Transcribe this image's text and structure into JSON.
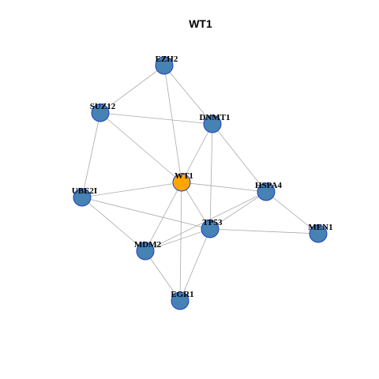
{
  "title": "WT1",
  "style": {
    "node_fill": "#4682b4",
    "node_stroke": "#1f3fbf",
    "center_fill": "#ffa500",
    "edge_color": "#aaaaaa"
  },
  "nodes": [
    {
      "id": "EZH2",
      "label": "EZH2",
      "center": false
    },
    {
      "id": "SUZ12",
      "label": "SUZ12",
      "center": false
    },
    {
      "id": "DNMT1",
      "label": "DNMT1",
      "center": false
    },
    {
      "id": "WT1",
      "label": "WT1",
      "center": true
    },
    {
      "id": "UBE2I",
      "label": "UBE2I",
      "center": false
    },
    {
      "id": "HSPA4",
      "label": "HSPA4",
      "center": false
    },
    {
      "id": "TP53",
      "label": "TP53",
      "center": false
    },
    {
      "id": "MEN1",
      "label": "MEN1",
      "center": false
    },
    {
      "id": "MDM2",
      "label": "MDM2",
      "center": false
    },
    {
      "id": "EGR1",
      "label": "EGR1",
      "center": false
    }
  ],
  "edges": [
    [
      "EZH2",
      "SUZ12"
    ],
    [
      "EZH2",
      "DNMT1"
    ],
    [
      "EZH2",
      "WT1"
    ],
    [
      "SUZ12",
      "DNMT1"
    ],
    [
      "SUZ12",
      "WT1"
    ],
    [
      "SUZ12",
      "UBE2I"
    ],
    [
      "DNMT1",
      "WT1"
    ],
    [
      "DNMT1",
      "HSPA4"
    ],
    [
      "DNMT1",
      "TP53"
    ],
    [
      "WT1",
      "UBE2I"
    ],
    [
      "WT1",
      "HSPA4"
    ],
    [
      "WT1",
      "TP53"
    ],
    [
      "WT1",
      "MDM2"
    ],
    [
      "WT1",
      "EGR1"
    ],
    [
      "UBE2I",
      "TP53"
    ],
    [
      "UBE2I",
      "MDM2"
    ],
    [
      "HSPA4",
      "TP53"
    ],
    [
      "HSPA4",
      "MDM2"
    ],
    [
      "HSPA4",
      "MEN1"
    ],
    [
      "TP53",
      "MEN1"
    ],
    [
      "TP53",
      "MDM2"
    ],
    [
      "TP53",
      "EGR1"
    ],
    [
      "MDM2",
      "EGR1"
    ]
  ]
}
